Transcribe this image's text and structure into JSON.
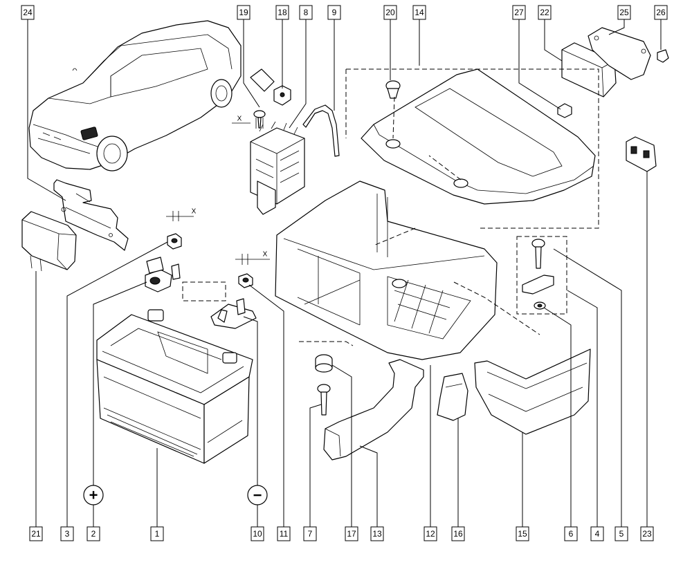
{
  "diagram": {
    "callouts_top": [
      "24",
      "19",
      "18",
      "8",
      "9",
      "20",
      "14",
      "27",
      "22",
      "25",
      "26"
    ],
    "callouts_bottom": [
      "21",
      "3",
      "2",
      "1",
      "10",
      "11",
      "7",
      "17",
      "13",
      "12",
      "16",
      "15",
      "6",
      "4",
      "5",
      "23"
    ],
    "polarity": {
      "positive": "+",
      "negative": "−"
    },
    "dimension_label": "X"
  }
}
